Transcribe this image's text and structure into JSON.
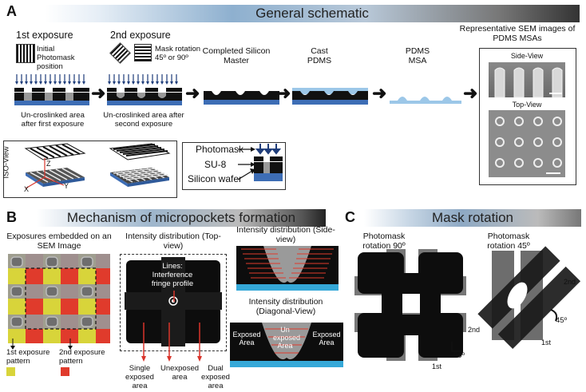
{
  "panels": {
    "a": "A",
    "b": "B",
    "c": "C"
  },
  "panel_a": {
    "banner": "General schematic",
    "first_exposure": "1st exposure",
    "initial_photomask": "Initial Photomask position",
    "second_exposure": "2nd exposure",
    "mask_rotation": "Mask rotation 45º or 90º",
    "completed_master": "Completed Silicon Master",
    "cast_pdms": "Cast PDMS",
    "pdms_msa": "PDMS MSA",
    "sem_title": "Representative SEM images of PDMS MSAs",
    "side_view": "Side-View",
    "top_view": "Top-View",
    "uncrosslinked_1": "Un-croslinked area after first exposure",
    "uncrosslinked_2": "Un-croslinked area after second exposure",
    "iso_view": "ISO-View",
    "axis_x": "X",
    "axis_y": "Y",
    "axis_z": "Z",
    "legend_photomask": "Photomask",
    "legend_su8": "SU-8",
    "legend_wafer": "Silicon wafer"
  },
  "panel_b": {
    "banner": "Mechanism of micropockets formation",
    "exposures_title": "Exposures embedded on an SEM Image",
    "intensity_top": "Intensity distribution (Top-view)",
    "lines_label": "Lines: Interference fringe profile",
    "intensity_side": "Intensity distribution (Side-view)",
    "intensity_diag": "Intensity distribution (Diagonal-View)",
    "exposed_area_left": "Exposed Area",
    "unexposed_center": "Un exposed Area",
    "exposed_area_right": "Exposed Area",
    "first_pattern": "1st exposure pattern",
    "second_pattern": "2nd exposure pattern",
    "single_exposed": "Single exposed area",
    "unexposed_area": "Unexposed area",
    "dual_exposed": "Dual exposed area"
  },
  "panel_c": {
    "banner": "Mask rotation",
    "rot90": "Photomask rotation 90º",
    "rot45": "Photomask rotation 45º",
    "label_2nd_a": "2nd",
    "label_1st_a": "1st",
    "label_90": "90º",
    "label_2nd_b": "2nd",
    "label_1st_b": "1st",
    "label_45": "45º"
  },
  "colors": {
    "blue_layer": "#3d6db5",
    "light_blue": "#9cc7e8",
    "cyan": "#35a8d8",
    "yellow": "#d8d43a",
    "red": "#e03b2c",
    "arrow_red": "#d9342b",
    "dark_blue_arrow": "#1f3d7a"
  }
}
